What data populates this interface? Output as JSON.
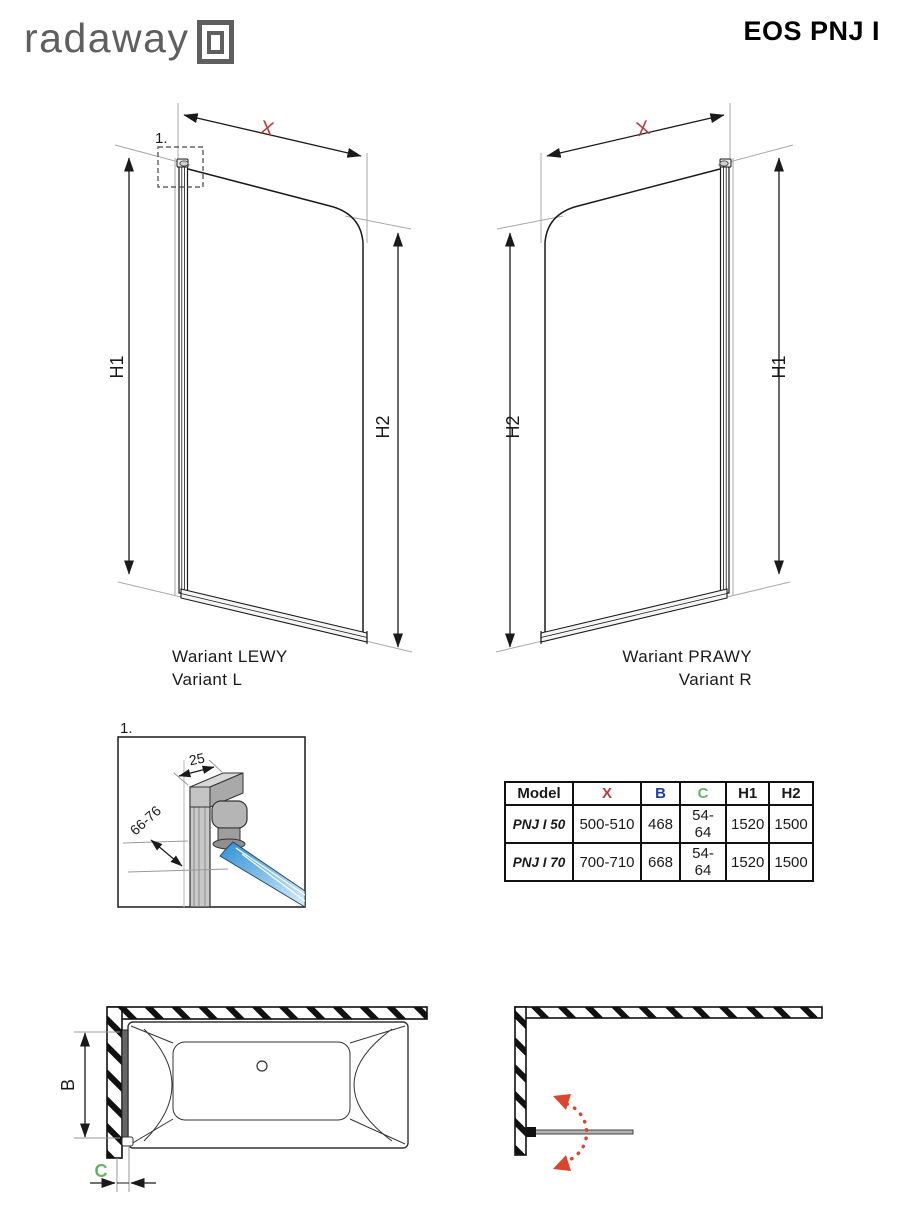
{
  "header": {
    "brand": "radaway",
    "product_title": "EOS PNJ I"
  },
  "variants": {
    "left": {
      "dim_x": "X",
      "dim_h1": "H1",
      "dim_h2": "H2",
      "detail_ref": "1.",
      "label_pl": "Wariant LEWY",
      "label_en": "Variant L"
    },
    "right": {
      "dim_x": "X",
      "dim_h1": "H1",
      "dim_h2": "H2",
      "label_pl": "Wariant PRAWY",
      "label_en": "Variant R"
    }
  },
  "detail": {
    "ref": "1.",
    "dim_profile_width": "25",
    "dim_adjust_range": "66-76"
  },
  "plans": {
    "left": {
      "dim_b": "B",
      "dim_c": "C"
    },
    "right": {}
  },
  "table": {
    "headers": [
      {
        "label": "Model"
      },
      {
        "label": "X"
      },
      {
        "label": "B"
      },
      {
        "label": "C"
      },
      {
        "label": "H1"
      },
      {
        "label": "H2"
      }
    ],
    "rows": [
      [
        "PNJ I 50",
        "500-510",
        "468",
        "54-64",
        "1520",
        "1500"
      ],
      [
        "PNJ I 70",
        "700-710",
        "668",
        "54-64",
        "1520",
        "1500"
      ]
    ]
  },
  "colors": {
    "brand_gray": "#5f5f5f",
    "dim_x_red": "#b43c3c",
    "header_b_blue": "#1f3e99",
    "header_c_green": "#66b366",
    "swing_arrow_red": "#d9452f",
    "glass_blue": "#2d8fd6"
  }
}
